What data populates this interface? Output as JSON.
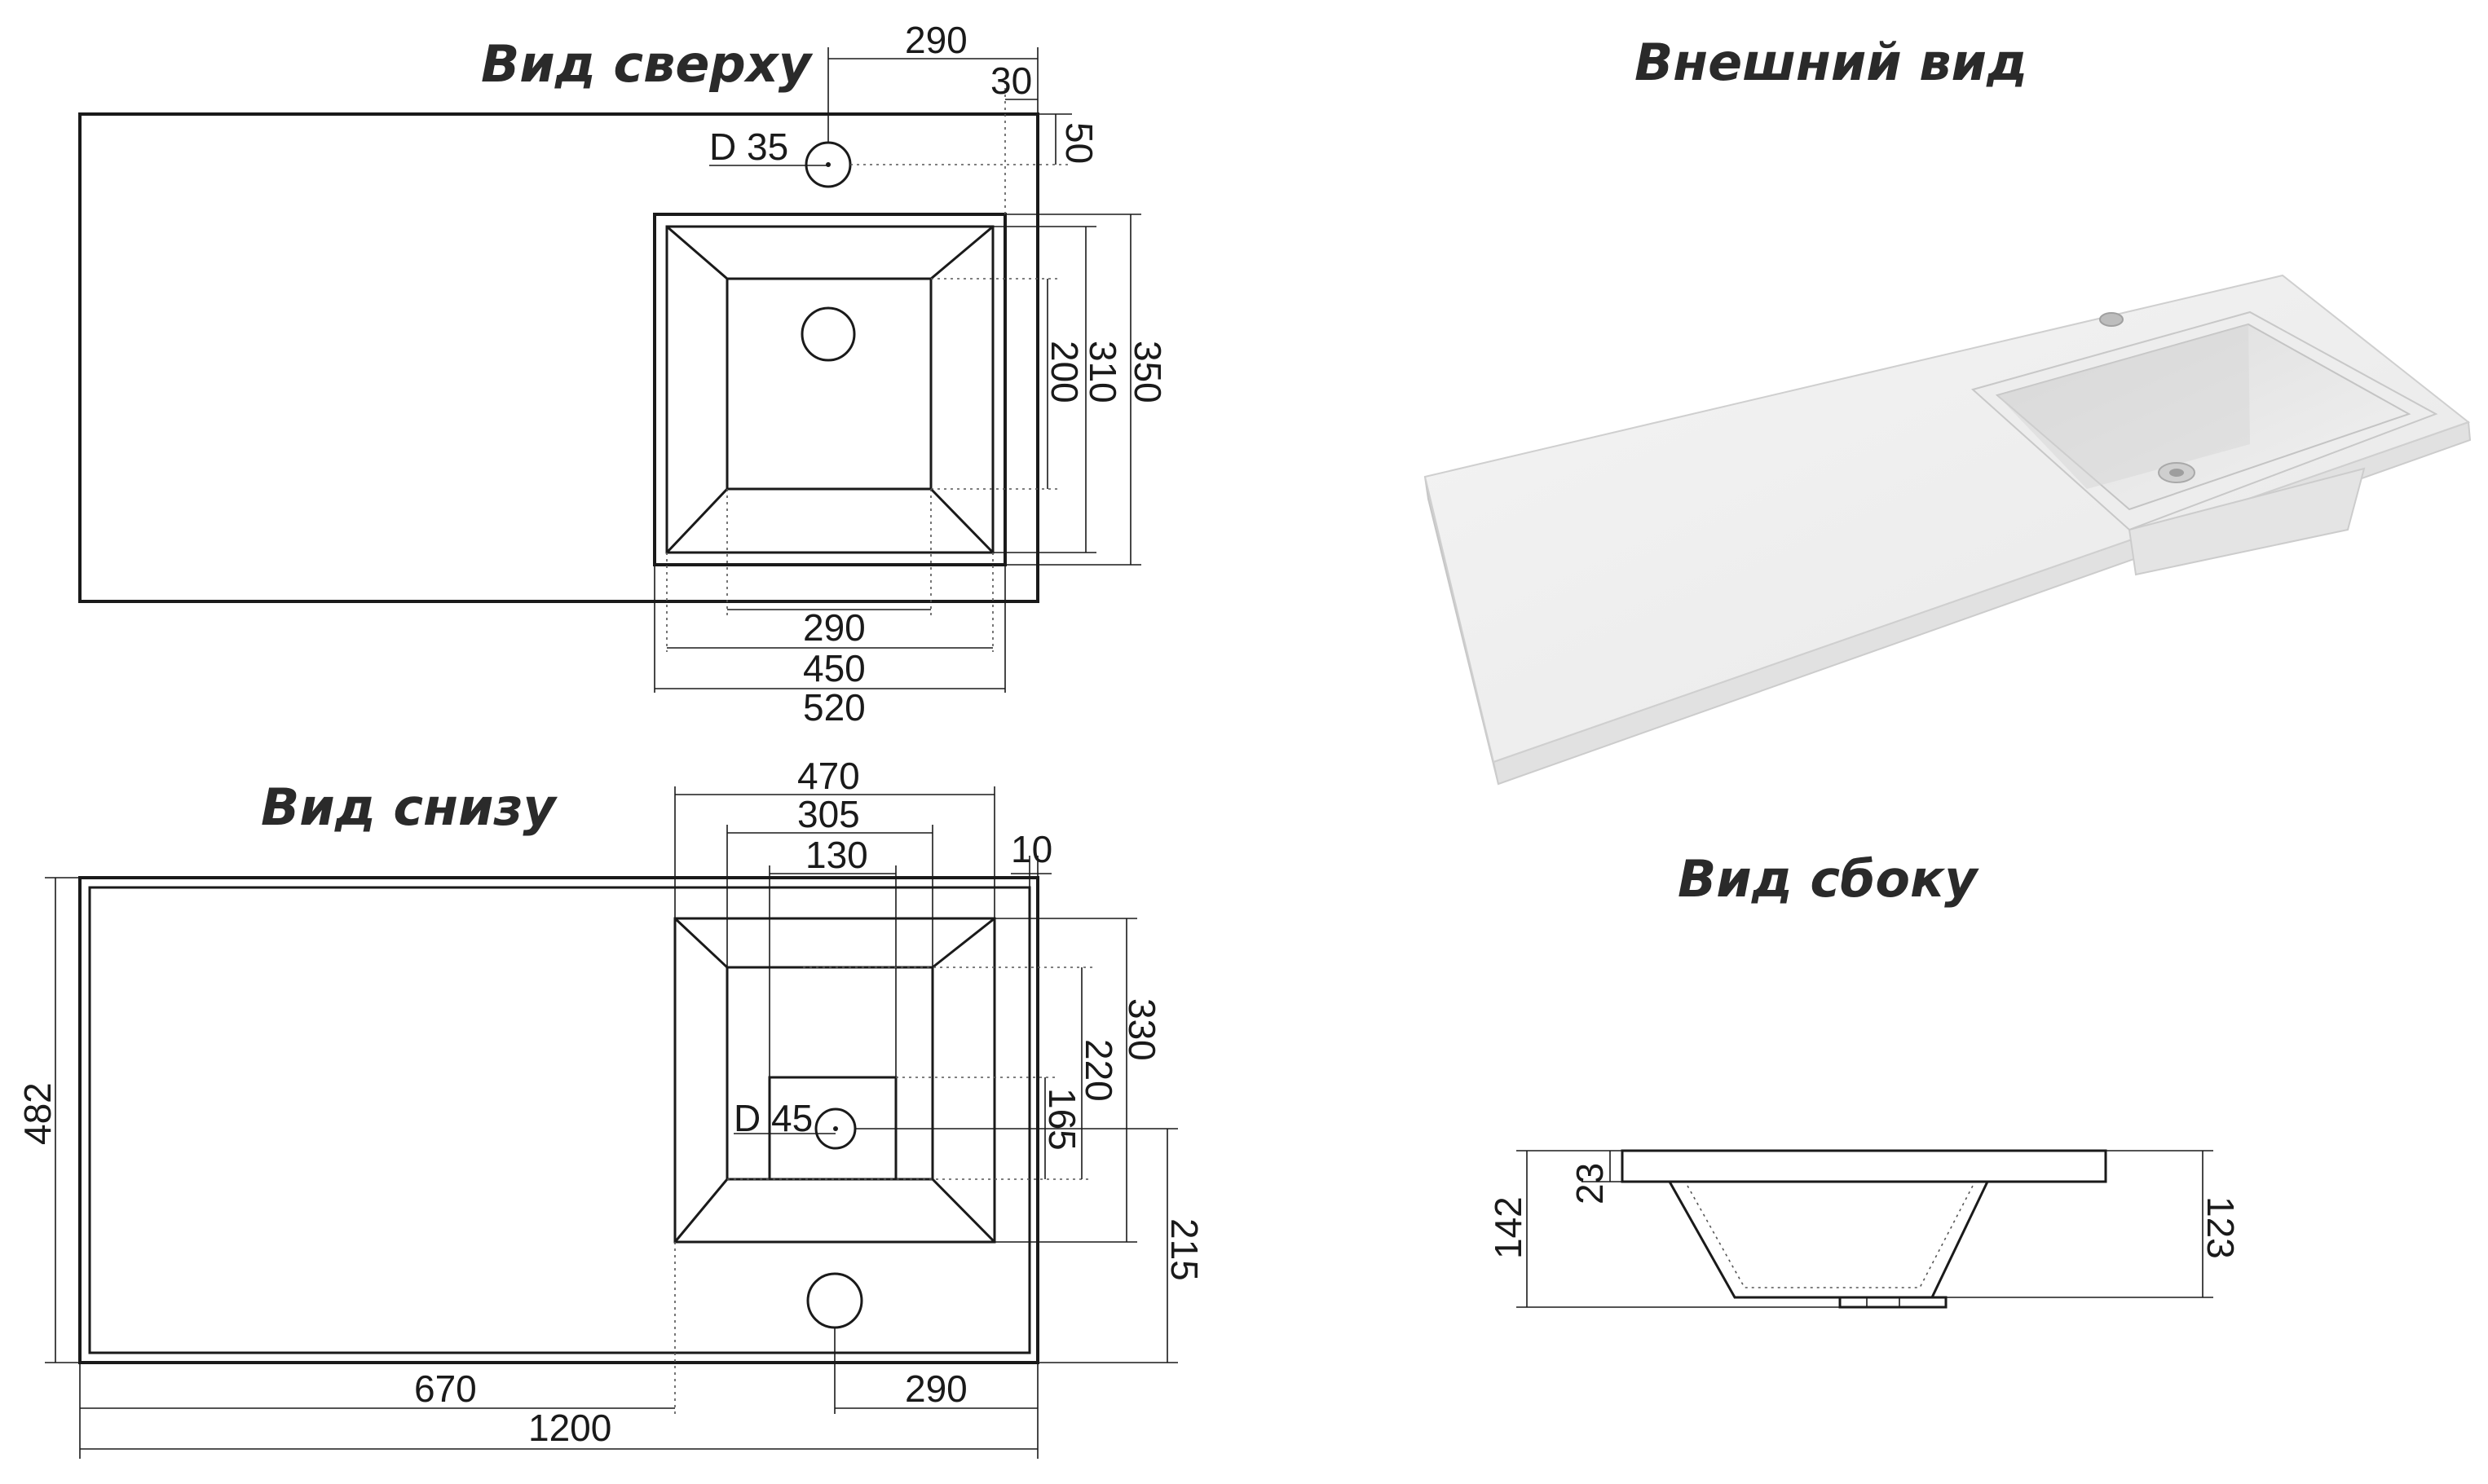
{
  "titles": {
    "top": "Вид сверху",
    "bottom": "Вид снизу",
    "appearance": "Внешний вид",
    "side": "Вид сбоку"
  },
  "top_view": {
    "dim_290_top": "290",
    "dim_30": "30",
    "dim_50": "50",
    "hole_label": "D 35",
    "dim_200": "200",
    "dim_310": "310",
    "dim_350": "350",
    "dim_290_bottom": "290",
    "dim_450": "450",
    "dim_520": "520"
  },
  "bottom_view": {
    "dim_470": "470",
    "dim_305": "305",
    "dim_130": "130",
    "dim_10": "10",
    "dim_330": "330",
    "dim_220": "220",
    "dim_165": "165",
    "dim_215": "215",
    "dim_482": "482",
    "drain_label": "D 45",
    "dim_670": "670",
    "dim_290": "290",
    "dim_1200": "1200"
  },
  "side_view": {
    "dim_23": "23",
    "dim_142": "142",
    "dim_123": "123"
  }
}
